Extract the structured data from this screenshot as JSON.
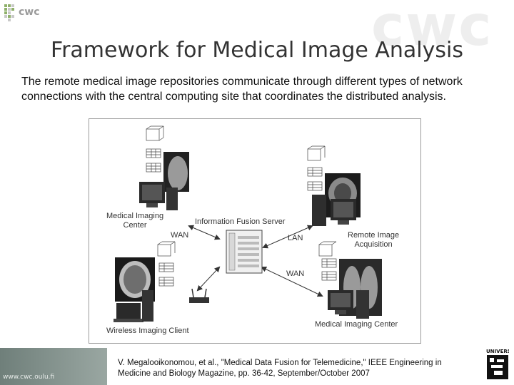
{
  "header": {
    "logo_text": "cwc",
    "watermark": "cwc",
    "title": "Framework for Medical Image Analysis"
  },
  "description": "The remote medical image repositories communicate through different types of network connections with the central computing site that coordinates the distributed analysis.",
  "figure": {
    "labels": {
      "medical_imaging_center_top": "Medical Imaging\nCenter",
      "information_fusion_server": "Information Fusion Server",
      "wan_left": "WAN",
      "lan": "LAN",
      "remote_image_acquisition": "Remote Image\nAcquisition",
      "wan_right": "WAN",
      "wireless_imaging_client": "Wireless Imaging Client",
      "medical_imaging_center_bottom": "Medical Imaging Center"
    }
  },
  "citation": "V. Megalooikonomou, et al., \"Medical Data Fusion for Telemedicine,\" IEEE Engineering in Medicine and Biology Magazine, pp. 36-42, September/October 2007",
  "footer": {
    "url": "www.cwc.oulu.fi",
    "university_logo_text": "UNIVERSITY OF OULU"
  },
  "colors": {
    "title": "#333333",
    "footer_bar": "#7f8d88"
  }
}
